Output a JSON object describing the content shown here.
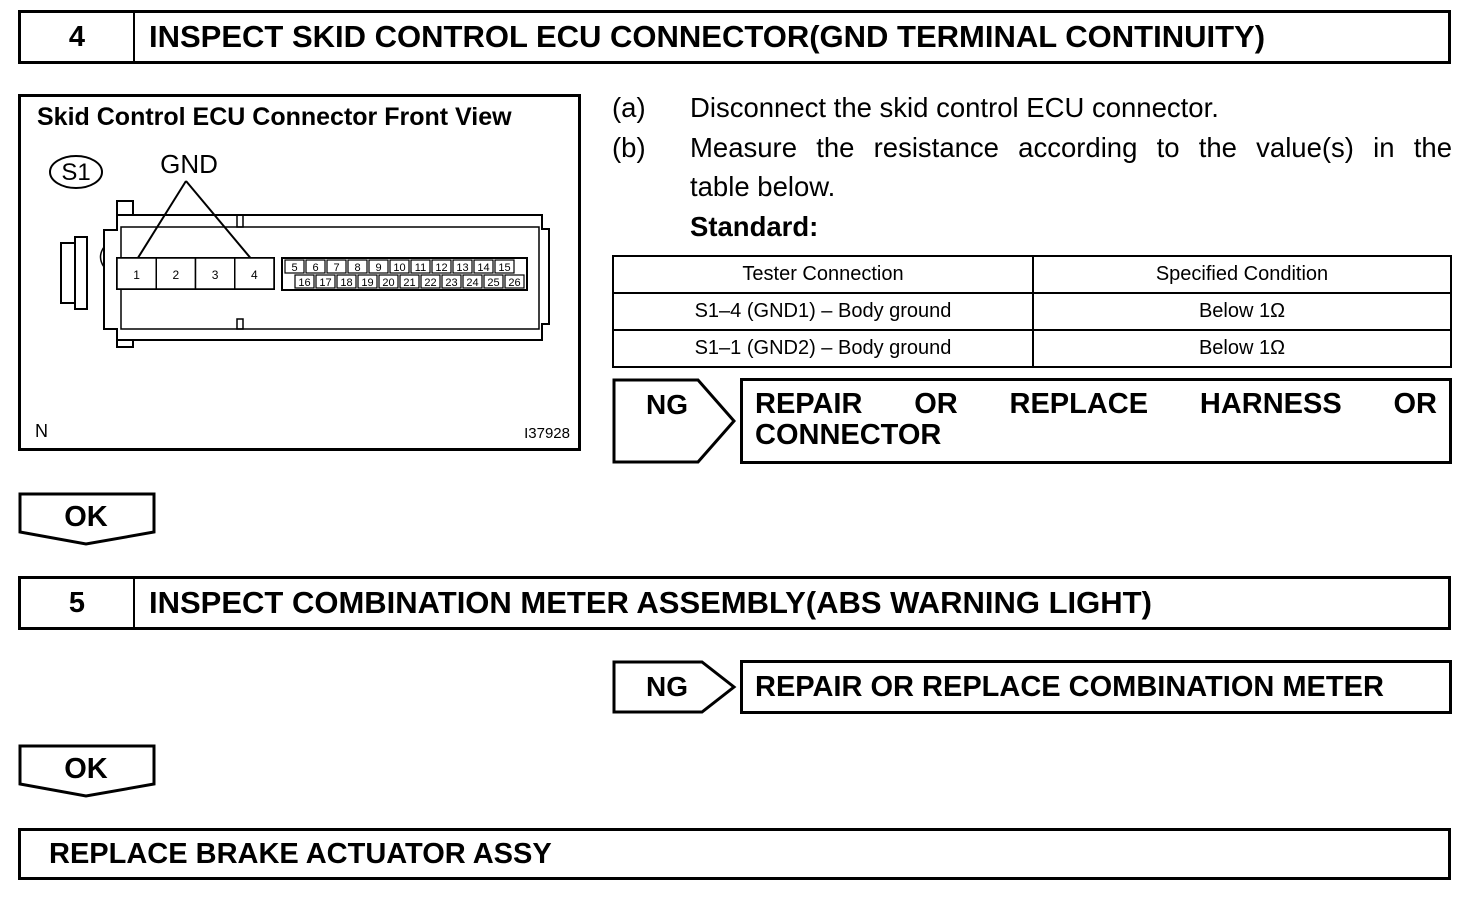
{
  "step4": {
    "number": "4",
    "title": "INSPECT SKID CONTROL ECU CONNECTOR(GND TERMINAL CONTINUITY)"
  },
  "figure": {
    "title": "Skid Control ECU Connector Front View",
    "connector_label": "S1",
    "gnd_label": "GND",
    "corner_label": "N",
    "figure_code": "I37928",
    "big_pins": [
      "1",
      "2",
      "3",
      "4"
    ],
    "small_pins_top": [
      "5",
      "6",
      "7",
      "8",
      "9",
      "10",
      "11",
      "12",
      "13",
      "14",
      "15"
    ],
    "small_pins_bottom": [
      "16",
      "17",
      "18",
      "19",
      "20",
      "21",
      "22",
      "23",
      "24",
      "25",
      "26"
    ]
  },
  "instructions": {
    "a_label": "(a)",
    "a_text": "Disconnect the skid control ECU connector.",
    "b_label": "(b)",
    "b_text_line1": "Measure the resistance according to the value(s) in the",
    "b_text_line2": "table below.",
    "standard_label": "Standard:"
  },
  "spec_table": {
    "headers": [
      "Tester Connection",
      "Specified Condition"
    ],
    "rows": [
      [
        "S1–4 (GND1) – Body ground",
        "Below 1Ω"
      ],
      [
        "S1–1 (GND2) – Body ground",
        "Below 1Ω"
      ]
    ]
  },
  "ng1": {
    "label": "NG",
    "action": "REPAIR OR REPLACE HARNESS OR CONNECTOR"
  },
  "ok1": {
    "label": "OK"
  },
  "step5": {
    "number": "5",
    "title": "INSPECT COMBINATION METER ASSEMBLY(ABS WARNING LIGHT)"
  },
  "ng2": {
    "label": "NG",
    "action": "REPAIR OR REPLACE COMBINATION METER"
  },
  "ok2": {
    "label": "OK"
  },
  "final_step": {
    "title": "REPLACE BRAKE ACTUATOR ASSY"
  }
}
